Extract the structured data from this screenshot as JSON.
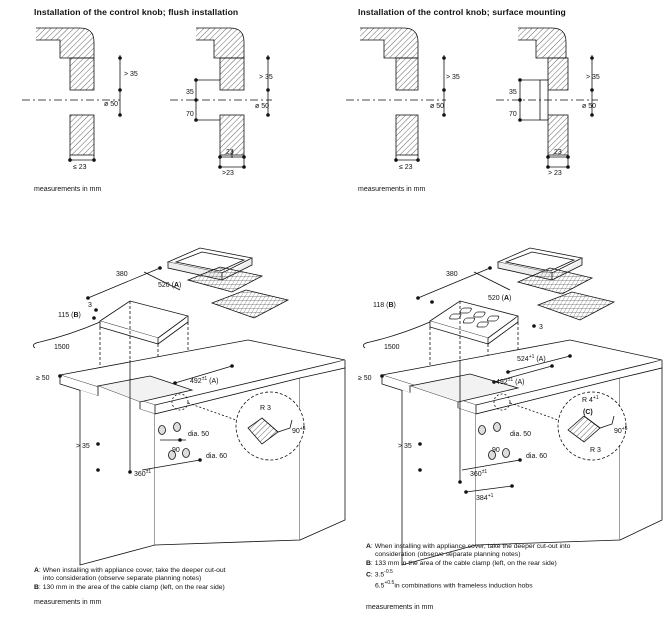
{
  "sections": {
    "flush": {
      "title": "Installation of the control knob; flush installation",
      "note": "measurements in mm",
      "left_labels": {
        "gt35": "> 35",
        "dia50": "ø 50",
        "le23": "≤ 23"
      },
      "right_labels": {
        "gt35": "> 35",
        "v35": "35",
        "dia50": "ø 50",
        "v70": "70",
        "w23": "23",
        "gt23": ">23"
      }
    },
    "surface": {
      "title": "Installation of the control knob; surface mounting",
      "note": "measurements in mm",
      "left_labels": {
        "gt35": "> 35",
        "dia50": "ø 50",
        "le23": "≤ 23"
      },
      "right_labels": {
        "gt35": "> 35",
        "v35": "35",
        "dia50": "ø 50",
        "v70": "70",
        "w23": "23",
        "gt23": "> 23"
      }
    }
  },
  "cabinet_left": {
    "labels": {
      "w380": "380",
      "d520": "520 (",
      "d520_b": "A",
      "d520_c": ")",
      "t3": "3",
      "b115": "115 (",
      "b115_b": "B",
      "b115_c": ")",
      "cable1500": "1500",
      "w492": "492",
      "w492_sup": "±1",
      "w492_b": " (A)",
      "ge50": "≥ 50",
      "r3": "R 3",
      "ang90": "90",
      "ang90_sup": "+5",
      "dia50": "dia. 50",
      "gt35": "> 35",
      "dia60": "dia. 60",
      "v90": "90",
      "w360": "360",
      "w360_sup": "±1"
    },
    "legend": [
      {
        "key": "A",
        "text": ": When installing with appliance cover, take the deeper cut-out"
      },
      {
        "key": "",
        "text": "into consideration (observe separate planning notes)"
      },
      {
        "key": "B",
        "text": ": 130 mm in the area of the cable clamp (left, on the rear side)"
      }
    ],
    "note": "measurements in mm"
  },
  "cabinet_right": {
    "labels": {
      "w380": "380",
      "b118": "118 (",
      "b118_b": "B",
      "b118_c": ")",
      "d520": "520 (",
      "d520_b": "A",
      "d520_c": ")",
      "t3": "3",
      "cable1500": "1500",
      "w524": "524",
      "w524_sup": "+1",
      "w524_b": " (A)",
      "w492": "492",
      "w492_sup": "±1",
      "w492_b": " (A)",
      "ge50": "≥ 50",
      "r4": "R 4",
      "r4_sup": "+1",
      "c_label": "(C)",
      "dia50": "dia. 50",
      "gt35": "> 35",
      "dia60": "dia. 60",
      "ang90": "90",
      "ang90_sup": "+5",
      "r3": "R 3",
      "v90": "90",
      "w360": "360",
      "w360_sup": "±1",
      "w384": "384",
      "w384_sup": "+1"
    },
    "legend": [
      {
        "key": "A",
        "text": ": When installing with appliance cover, take the deeper cut-out into"
      },
      {
        "key": "",
        "text": "consideration (observe separate planning notes)"
      },
      {
        "key": "B",
        "text": ": 133 mm in the area of the cable clamp (left, on the rear side)"
      },
      {
        "key": "C",
        "text": ": 3.5"
      },
      {
        "key": "",
        "text": "6.5"
      }
    ],
    "legend_extra": {
      "c_sup": "-0.5",
      "c2_sup": "+0.5",
      "c2_text": "in combinations with frameless induction hobs"
    },
    "note": "measurements in mm"
  }
}
